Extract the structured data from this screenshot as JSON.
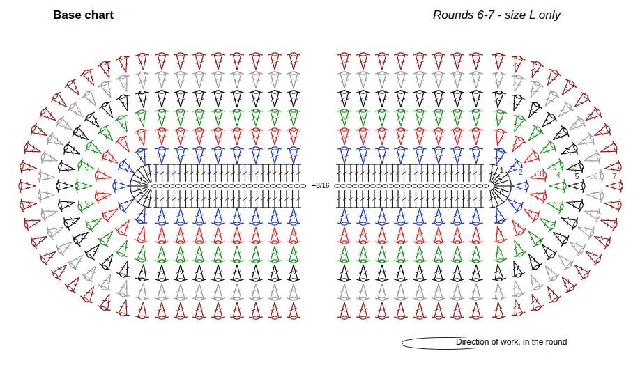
{
  "diagram": {
    "title": "Base chart",
    "labels": [
      "Rounds 6-7 - size L only",
      "+8/16",
      "1",
      "2",
      "3",
      "4",
      "5",
      "6",
      "7",
      "Direction of work, in the round"
    ]
  }
}
